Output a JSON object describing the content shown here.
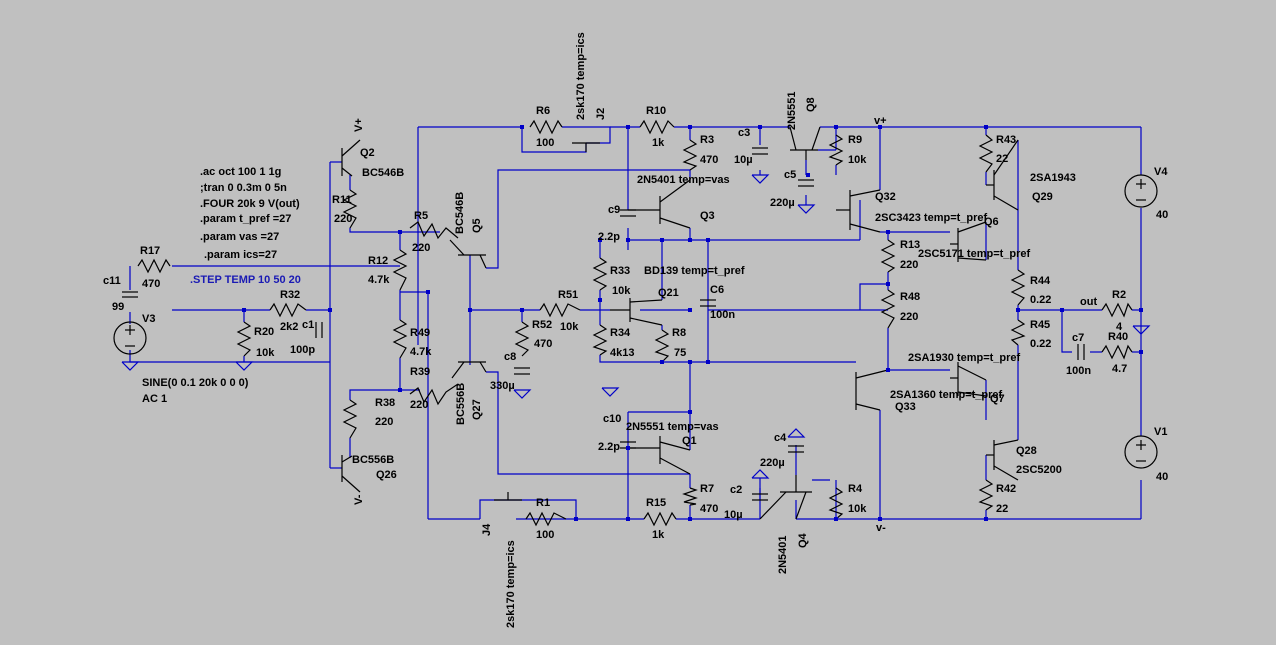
{
  "directives": {
    "ac": ".ac oct 100 1 1g",
    "tran": ";tran 0 0.3m 0 5n",
    "four": ".FOUR 20k 9 V(out)",
    "param_tpref": ".param t_pref =27",
    "param_vas": ".param vas =27",
    "param_ics": ".param ics=27",
    "step": ".STEP TEMP 10 50 20"
  },
  "source": {
    "name": "V3",
    "value": "SINE(0 0.1 20k 0 0 0)",
    "ac": "AC 1"
  },
  "supplies": [
    {
      "name": "V4",
      "value": "40"
    },
    {
      "name": "V1",
      "value": "40"
    }
  ],
  "nets": {
    "vplus": "V+",
    "vminus": "V-",
    "vplus2": "v+",
    "vminus2": "v-",
    "out": "out"
  },
  "resistors": [
    {
      "ref": "R17",
      "value": "470"
    },
    {
      "ref": "R32",
      "value": "2k2"
    },
    {
      "ref": "R20",
      "value": "10k"
    },
    {
      "ref": "R11",
      "value": "220"
    },
    {
      "ref": "R5",
      "value": "220"
    },
    {
      "ref": "R12",
      "value": "4.7k"
    },
    {
      "ref": "R49",
      "value": "4.7k"
    },
    {
      "ref": "R39",
      "value": "220"
    },
    {
      "ref": "R38",
      "value": "220"
    },
    {
      "ref": "R6",
      "value": "100"
    },
    {
      "ref": "R1",
      "value": "100"
    },
    {
      "ref": "R10",
      "value": "1k"
    },
    {
      "ref": "R3",
      "value": "470"
    },
    {
      "ref": "R15",
      "value": "1k"
    },
    {
      "ref": "R7",
      "value": "470"
    },
    {
      "ref": "R9",
      "value": "10k"
    },
    {
      "ref": "R4",
      "value": "10k"
    },
    {
      "ref": "R51",
      "value": "10k"
    },
    {
      "ref": "R52",
      "value": "470"
    },
    {
      "ref": "R33",
      "value": "10k"
    },
    {
      "ref": "R34",
      "value": "4k13"
    },
    {
      "ref": "R8",
      "value": "75"
    },
    {
      "ref": "R13",
      "value": "220"
    },
    {
      "ref": "R48",
      "value": "220"
    },
    {
      "ref": "R43",
      "value": "22"
    },
    {
      "ref": "R42",
      "value": "22"
    },
    {
      "ref": "R44",
      "value": "0.22"
    },
    {
      "ref": "R45",
      "value": "0.22"
    },
    {
      "ref": "R2",
      "value": "4"
    },
    {
      "ref": "R40",
      "value": "4.7"
    }
  ],
  "capacitors": [
    {
      "ref": "c11",
      "value": "99"
    },
    {
      "ref": "c1",
      "value": "100p"
    },
    {
      "ref": "c9",
      "value": "2.2p"
    },
    {
      "ref": "c10",
      "value": "2.2p"
    },
    {
      "ref": "C6",
      "value": "100n"
    },
    {
      "ref": "c8",
      "value": "330µ"
    },
    {
      "ref": "c3",
      "value": "10µ"
    },
    {
      "ref": "c5",
      "value": "220µ"
    },
    {
      "ref": "c2",
      "value": "10µ"
    },
    {
      "ref": "c4",
      "value": "220µ"
    },
    {
      "ref": "c7",
      "value": "100n"
    }
  ],
  "transistors": [
    {
      "ref": "Q2",
      "model": "BC546B"
    },
    {
      "ref": "Q26",
      "model": "BC556B"
    },
    {
      "ref": "Q5",
      "model": "BC546B"
    },
    {
      "ref": "Q27",
      "model": "BC556B"
    },
    {
      "ref": "J2",
      "model": "2sk170 temp=ics"
    },
    {
      "ref": "J4",
      "model": "2sk170 temp=ics"
    },
    {
      "ref": "Q3",
      "model": "2N5401 temp=vas"
    },
    {
      "ref": "Q1",
      "model": "2N5551 temp=vas"
    },
    {
      "ref": "Q8",
      "model": "2N5551"
    },
    {
      "ref": "Q4",
      "model": "2N5401"
    },
    {
      "ref": "Q21",
      "model": "BD139 temp=t_pref"
    },
    {
      "ref": "Q32",
      "model": "2SC3423 temp=t_pref"
    },
    {
      "ref": "Q33",
      "model": "2SA1360 temp=t_pref"
    },
    {
      "ref": "Q6",
      "model": "2SC5171 temp=t_pref"
    },
    {
      "ref": "Q7",
      "model": "2SA1930 temp=t_pref"
    },
    {
      "ref": "Q29",
      "model": "2SA1943"
    },
    {
      "ref": "Q28",
      "model": "2SC5200"
    }
  ]
}
